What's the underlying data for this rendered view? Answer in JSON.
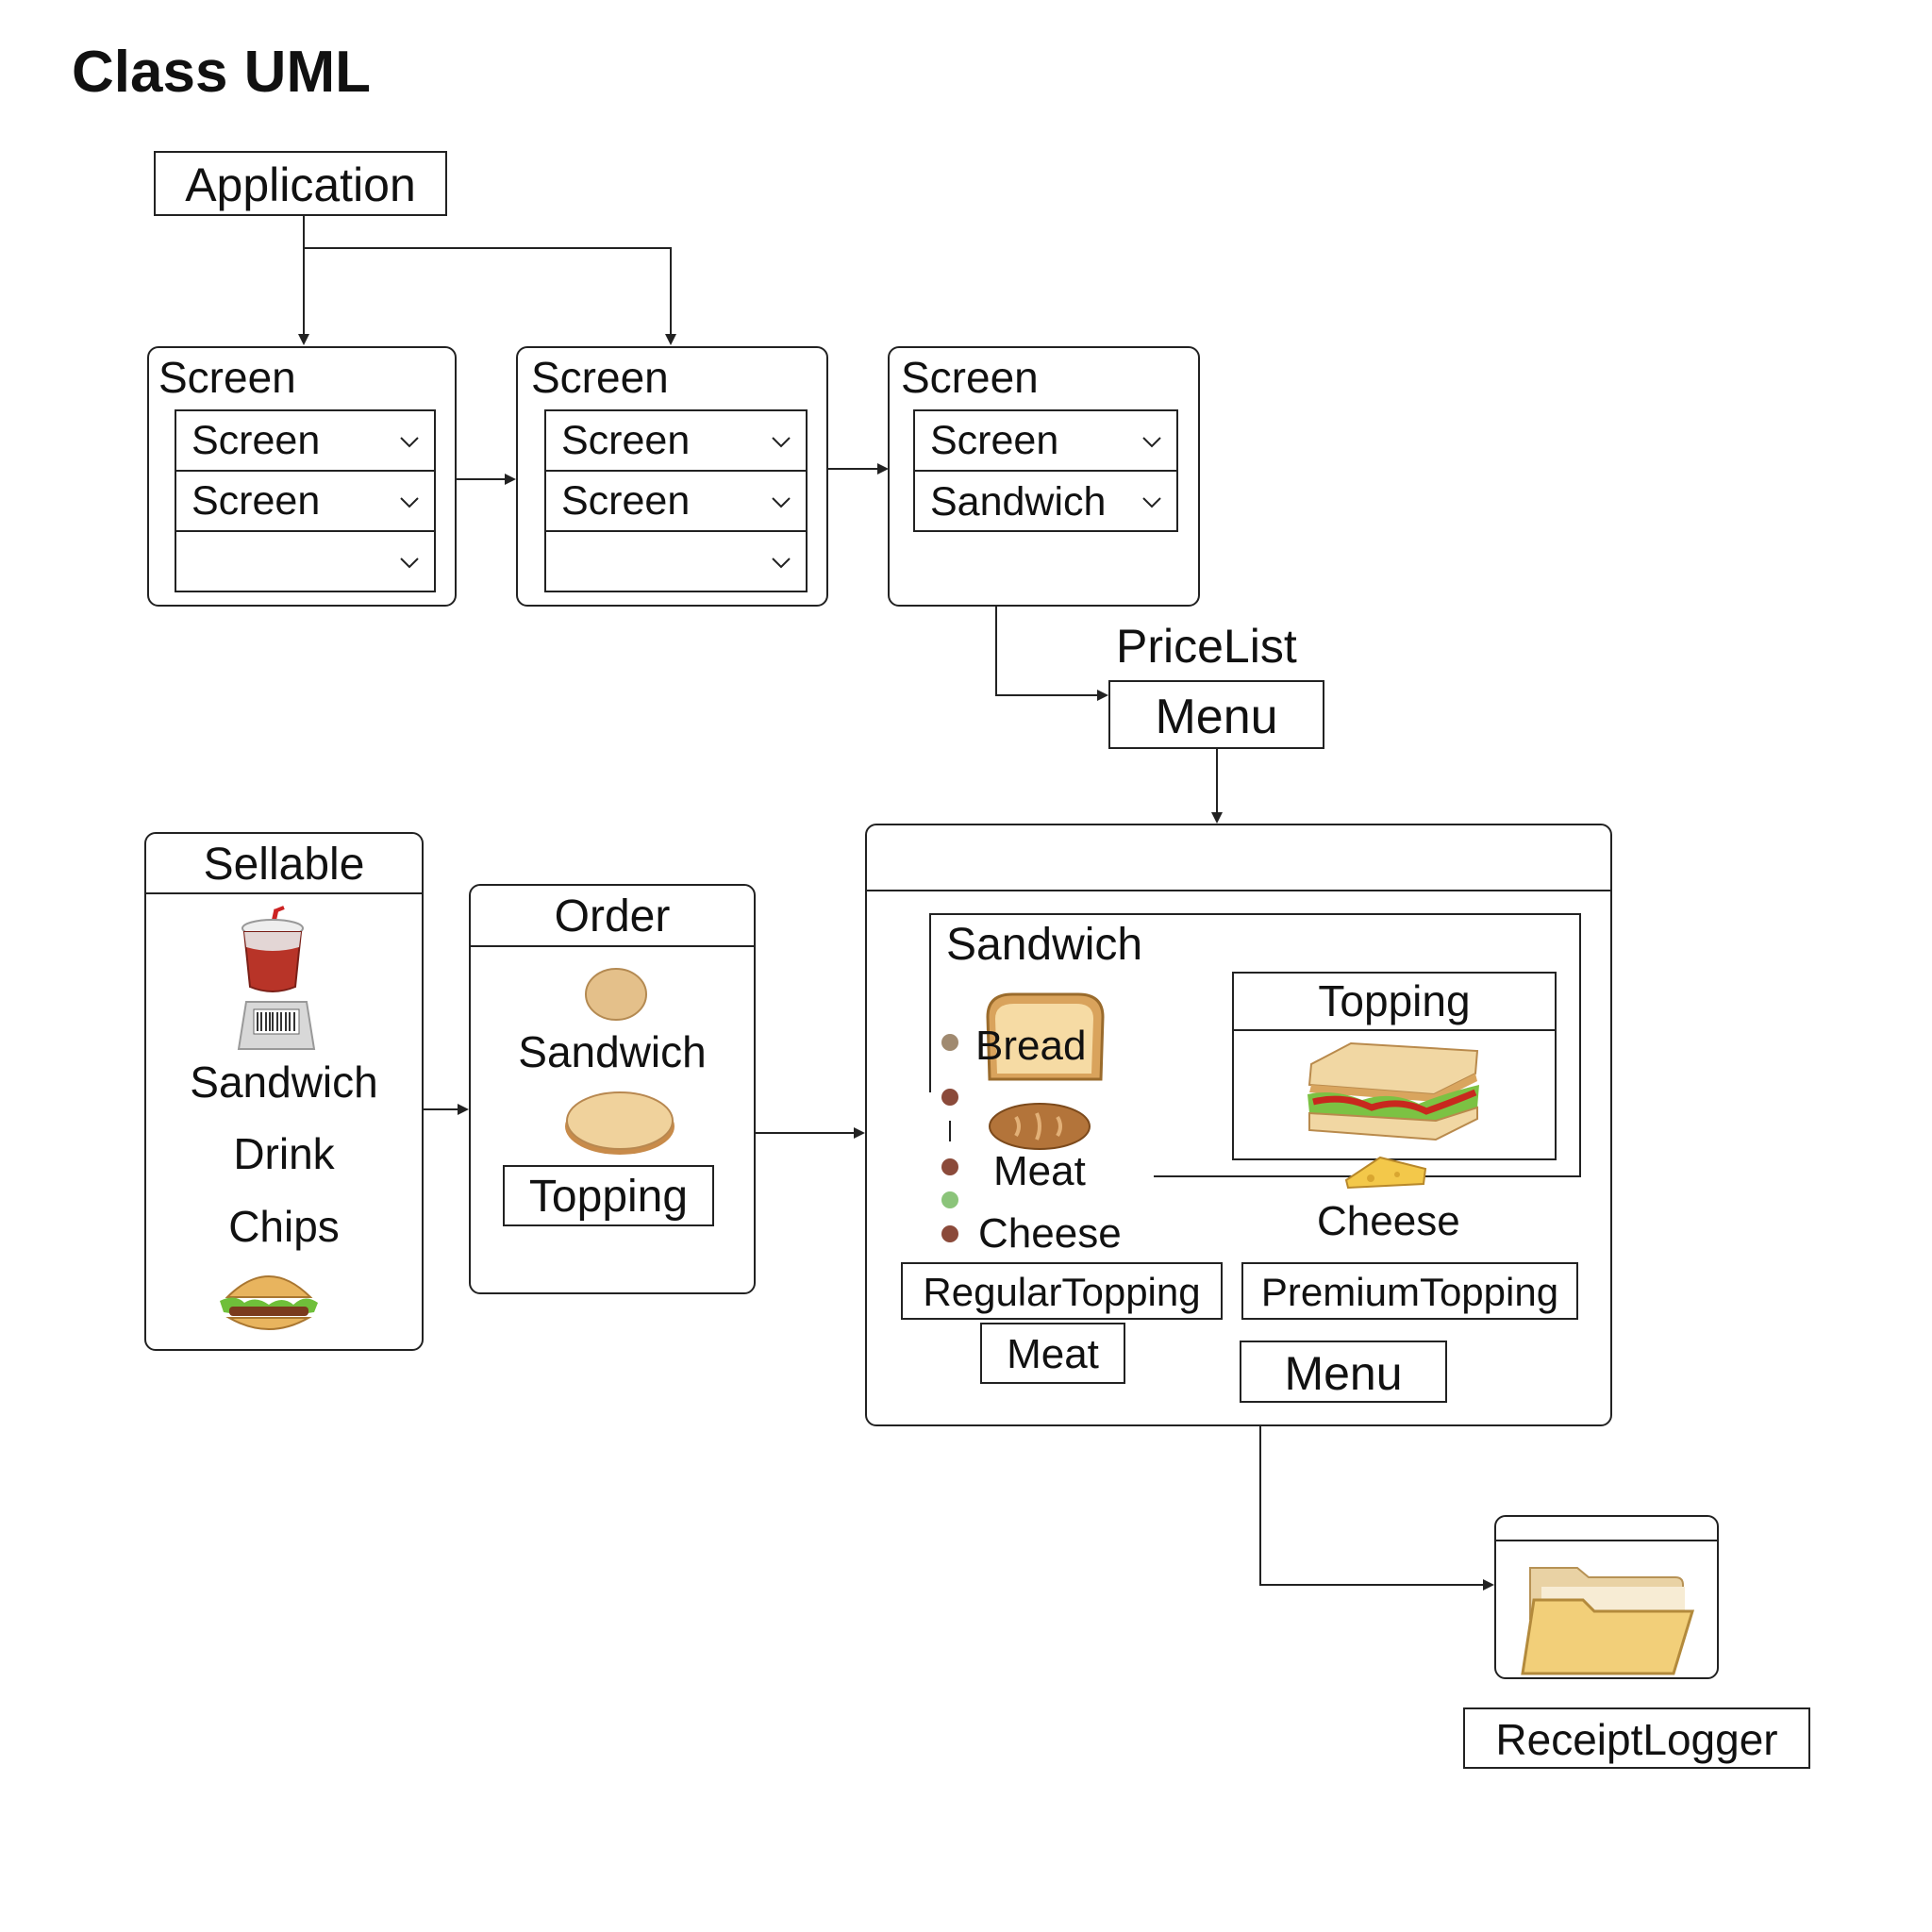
{
  "title": "Class UML",
  "application": {
    "label": "Application"
  },
  "screens": [
    {
      "title": "Screen",
      "fields": [
        "Screen",
        "Screen",
        ""
      ]
    },
    {
      "title": "Screen",
      "fields": [
        "Screen",
        "Screen",
        ""
      ]
    },
    {
      "title": "Screen",
      "fields": [
        "Screen",
        "Sandwich"
      ]
    }
  ],
  "pricelist": {
    "label": "PriceList",
    "menu": "Menu"
  },
  "sellable": {
    "title": "Sellable",
    "items": [
      "Sandwich",
      "Drink",
      "Chips"
    ]
  },
  "order": {
    "title": "Order",
    "sandwich": "Sandwich",
    "topping": "Topping"
  },
  "menu_panel": {
    "sandwich": {
      "title": "Sandwich",
      "bread": "Bread",
      "meat": "Meat",
      "cheese": "Cheese"
    },
    "topping": {
      "title": "Topping",
      "cheese": "Cheese"
    },
    "regular_topping": "RegularTopping",
    "premium_topping": "PremiumTopping",
    "meat": "Meat",
    "menu": "Menu"
  },
  "receipt_logger": {
    "label": "ReceiptLogger"
  },
  "colors": {
    "line": "#222222",
    "bread": "#E8C07A",
    "folder": "#F2CF79",
    "dot_brown": "#8B4A3A",
    "dot_green": "#8BC47A"
  },
  "icons": [
    "drink-cup-icon",
    "barcode-scanner-icon",
    "burger-icon",
    "bun-icon",
    "bread-loaf-icon",
    "bread-slice-icon",
    "baguette-icon",
    "sandwich-icon",
    "cheese-icon",
    "folder-icon"
  ]
}
